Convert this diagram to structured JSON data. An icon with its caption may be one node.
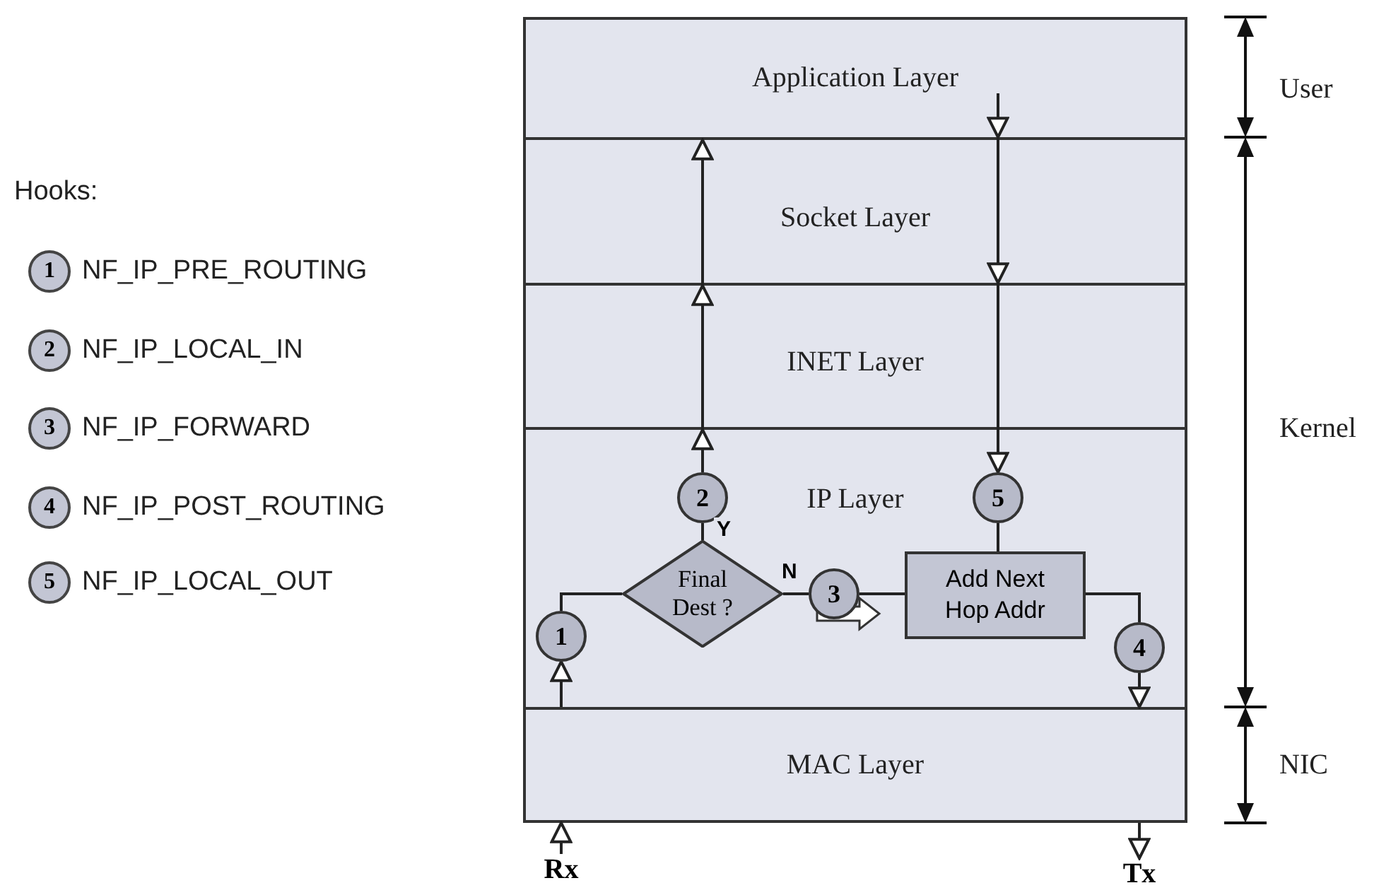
{
  "diagram": {
    "nodes": [
      {
        "text": [
          "Application Layer"
        ]
      },
      {
        "text": [
          "Socket Layer"
        ]
      },
      {
        "text": [
          "INET Layer"
        ]
      },
      {
        "text": [
          "IP Layer"
        ]
      },
      {
        "text": [
          "2"
        ],
        "in": 3
      },
      {
        "text": [
          "5"
        ],
        "in": 3
      },
      {
        "text": [
          "Final Dest ?"
        ],
        "in": 3
      },
      {
        "text": [
          "3"
        ],
        "in": 3
      },
      {
        "text": [
          "Add Next Hop Addr"
        ],
        "in": 3
      },
      {
        "text": [
          "1"
        ],
        "in": 3
      },
      {
        "text": [
          "4"
        ],
        "in": 3
      },
      {
        "text": [
          "MAC Layer"
        ]
      },
      {
        "text": [
          "Rx"
        ]
      },
      {
        "text": [
          "Tx"
        ]
      }
    ],
    "edges": [
      {
        "from": 12,
        "to": 11,
        "arrow": "to"
      },
      {
        "from": 11,
        "to": 9,
        "arrow": "to"
      },
      {
        "from": 9,
        "to": 6,
        "arrow": "none"
      },
      {
        "from": 6,
        "to": 4,
        "arrow": "none",
        "label": "Y"
      },
      {
        "from": 4,
        "to": 2,
        "arrow": "to"
      },
      {
        "from": 2,
        "to": 1,
        "arrow": "to"
      },
      {
        "from": 1,
        "to": 0,
        "arrow": "to"
      },
      {
        "from": 6,
        "to": 7,
        "arrow": "none",
        "label": "N"
      },
      {
        "from": 7,
        "to": 8,
        "arrow": "none"
      },
      {
        "from": 0,
        "to": 1,
        "arrow": "to"
      },
      {
        "from": 1,
        "to": 2,
        "arrow": "to"
      },
      {
        "from": 2,
        "to": 5,
        "arrow": "to"
      },
      {
        "from": 5,
        "to": 8,
        "arrow": "none"
      },
      {
        "from": 8,
        "to": 10,
        "arrow": "none"
      },
      {
        "from": 10,
        "to": 11,
        "arrow": "to"
      },
      {
        "from": 11,
        "to": 13,
        "arrow": "to"
      }
    ],
    "labels": [
      "Hooks:",
      "1",
      "NF_IP_PRE_ROUTING",
      "2",
      "NF_IP_LOCAL_IN",
      "3",
      "NF_IP_FORWARD",
      "4",
      "NF_IP_POST_ROUTING",
      "5",
      "NF_IP_LOCAL_OUT",
      "User",
      "Kernel",
      "NIC"
    ]
  }
}
